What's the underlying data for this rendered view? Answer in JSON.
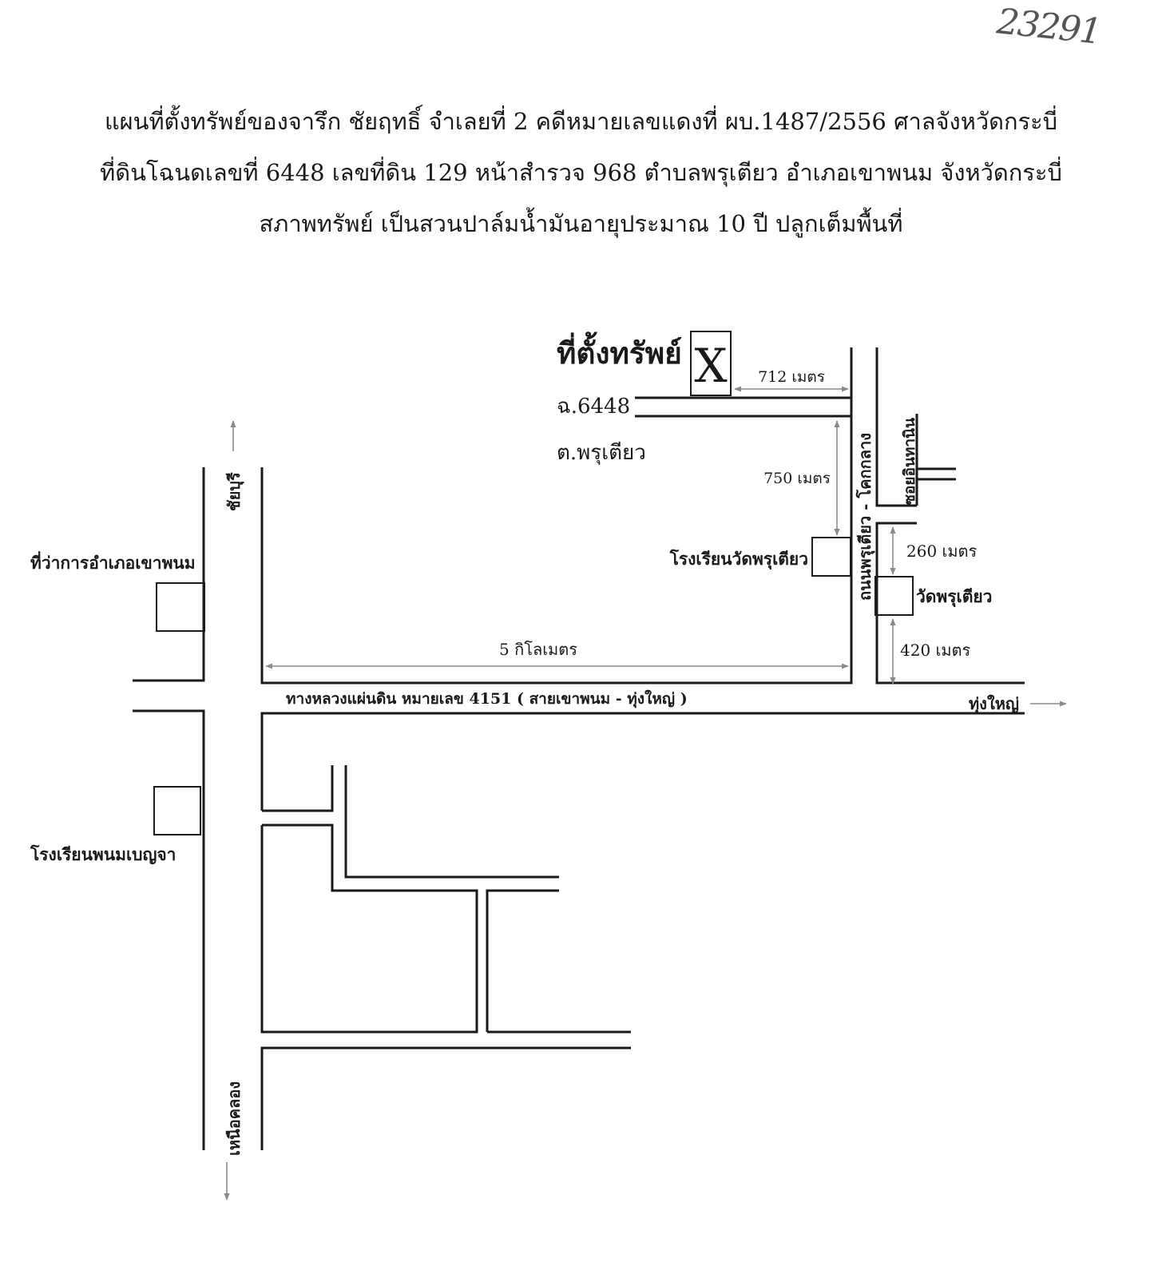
{
  "document": {
    "handwritten_note": "23291",
    "header_lines": [
      "แผนที่ตั้งทรัพย์ของจารึก  ชัยฤทธิ์ จำเลยที่ 2 คดีหมายเลขแดงที่ ผบ.1487/2556  ศาลจังหวัดกระบี่",
      "ที่ดินโฉนดเลขที่ 6448  เลขที่ดิน 129  หน้าสำรวจ 968   ตำบลพรุเตียว  อำเภอเขาพนม  จังหวัดกระบี่",
      "สภาพทรัพย์  เป็นสวนปาล์มน้ำมันอายุประมาณ 10 ปี ปลูกเต็มพื้นที่"
    ]
  },
  "map": {
    "property_title": "ที่ตั้งทรัพย์",
    "property_marker": "X",
    "deed_number": "ฉ.6448",
    "subdistrict": "ต.พรุเตียว",
    "distances": {
      "to_property": "712 เมตร",
      "north_road": "750 เมตร",
      "main_road": "5 กิโลเมตร",
      "temple_north": "260 เมตร",
      "temple_south": "420 เมตร"
    },
    "places": {
      "district_office": "ที่ว่าการอำเภอเขาพนม",
      "school_panom": "โรงเรียนพนมเบญจา",
      "school_temple": "โรงเรียนวัดพรุเตียว",
      "temple": "วัดพรุเตียว"
    },
    "roads": {
      "highway": "ทางหลวงแผ่นดิน หมายเลข 4151  ( สายเขาพนม - ทุ่งใหญ่ )",
      "vertical_road": "ถนนพรุเตียว - โคกกลาง",
      "soi": "ซอยอินทานิน"
    },
    "directions": {
      "north": "ชัยบุรี",
      "south": "เหนือคลอง",
      "east": "ทุ่งใหญ่"
    }
  }
}
